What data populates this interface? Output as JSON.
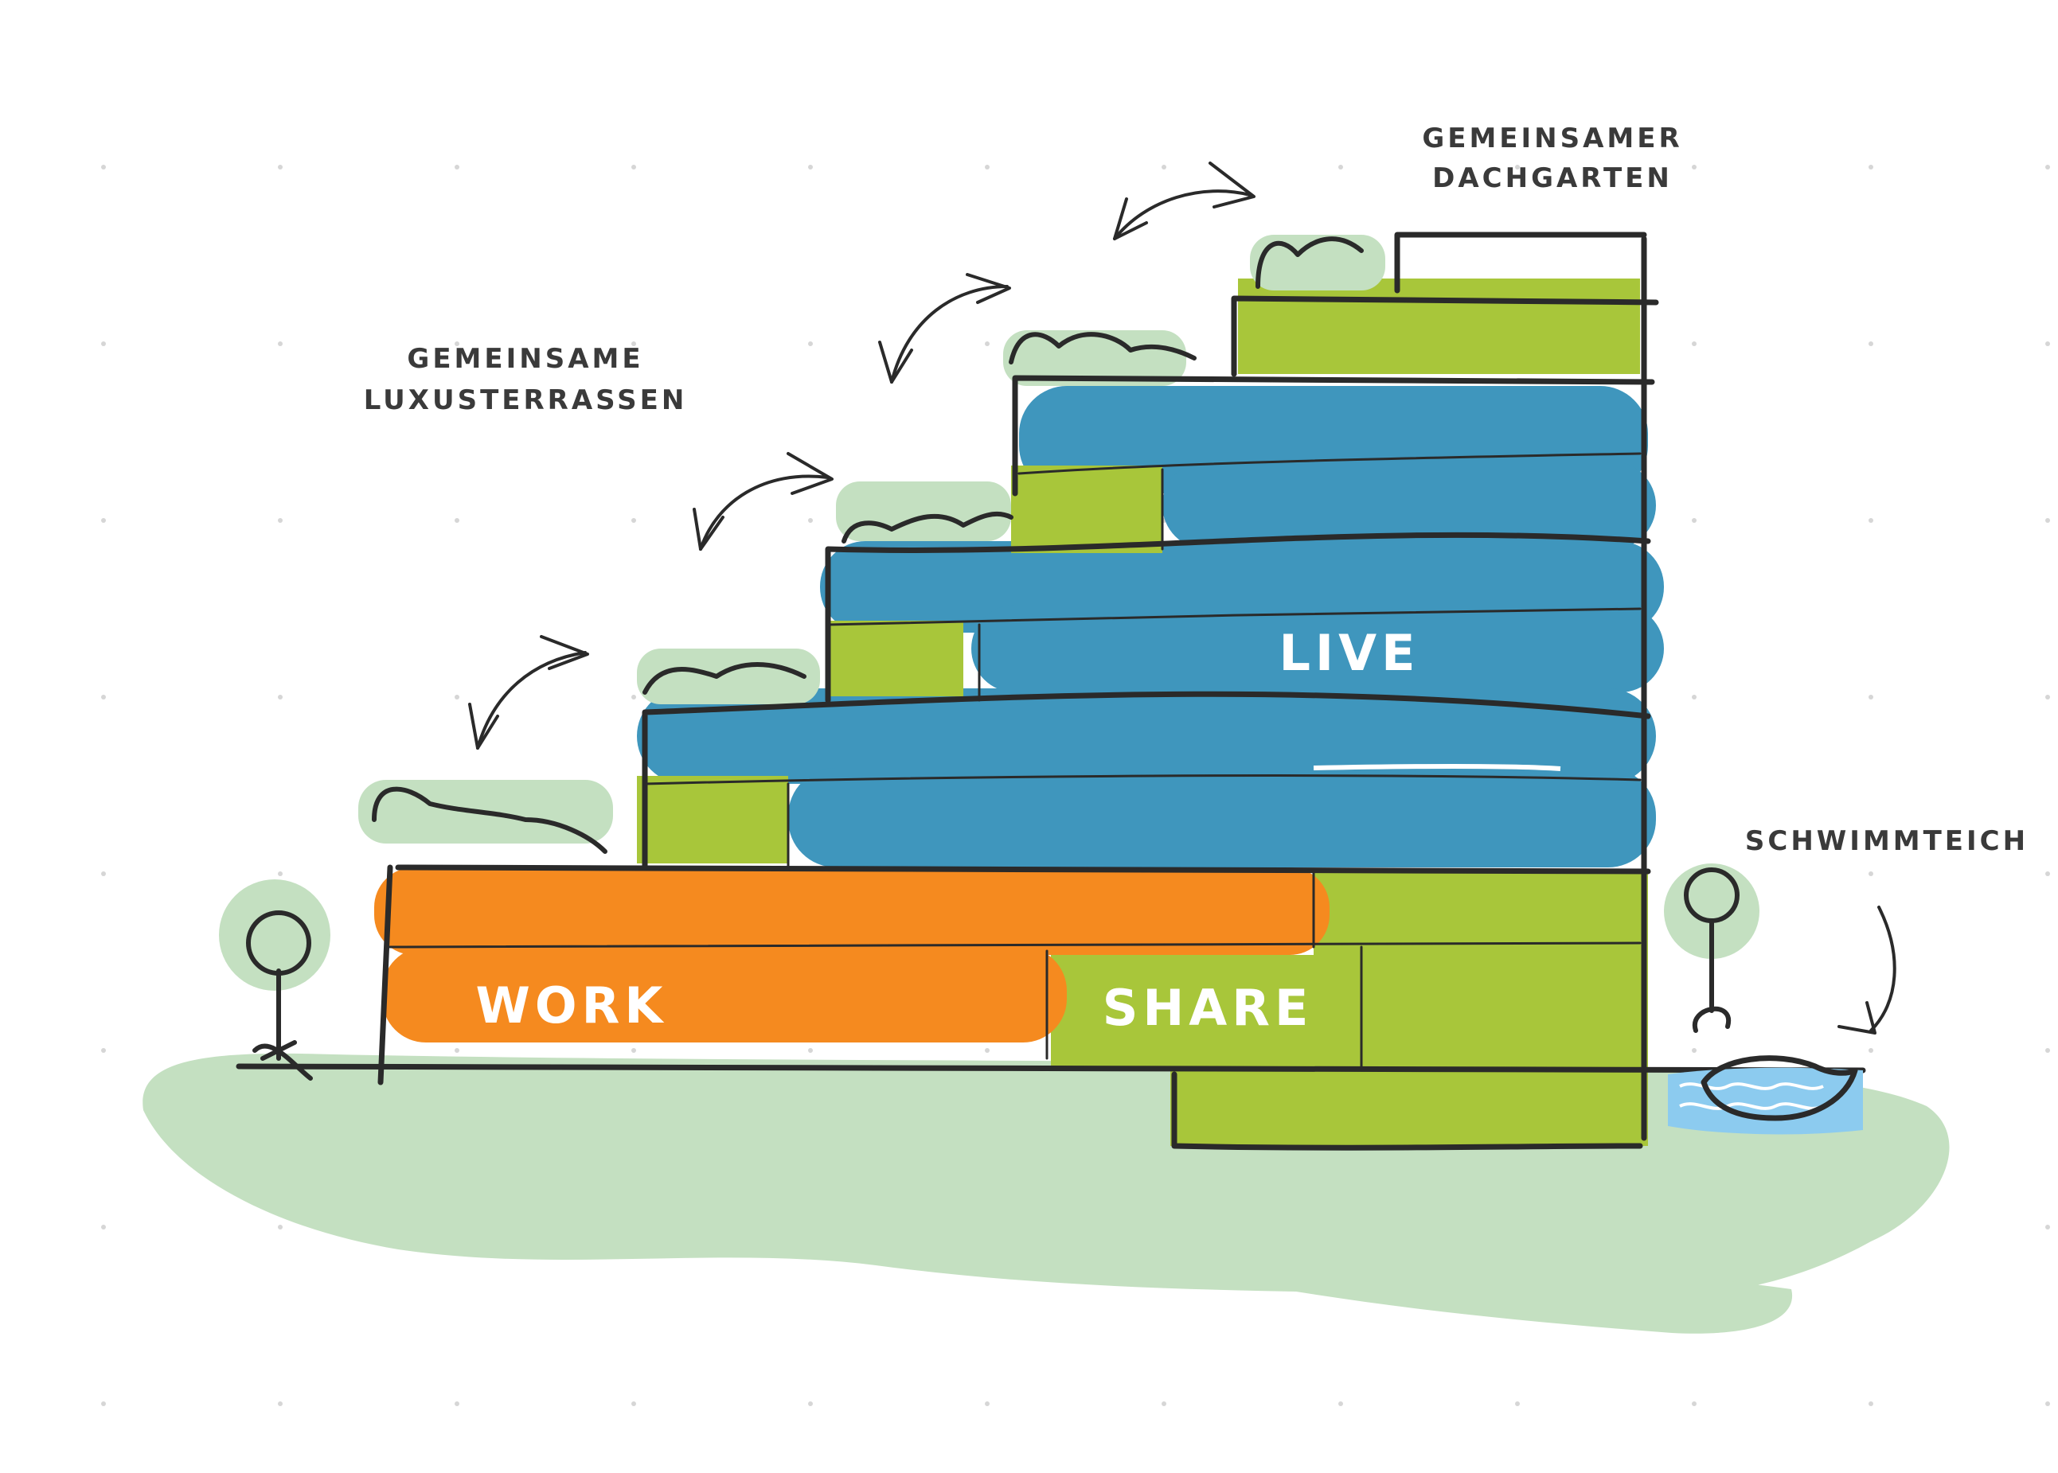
{
  "labels": {
    "dachgarten_line1": "GEMEINSAMER",
    "dachgarten_line2": "DACHGARTEN",
    "terrassen_line1": "GEMEINSAME",
    "terrassen_line2": "LUXUSTERRASSEN",
    "schwimmteich": "SCHWIMMTEICH",
    "live": "LIVE",
    "work": "WORK",
    "share": "SHARE"
  },
  "colors": {
    "background": "#000000",
    "paper": "#ffffff",
    "live": "#3f96bd",
    "work": "#f58a1f",
    "share": "#a8c63a",
    "greenery": "#c4e0c1",
    "water": "#8ccbef",
    "ink": "#2a2a2a",
    "label": "#3a3a3a"
  }
}
